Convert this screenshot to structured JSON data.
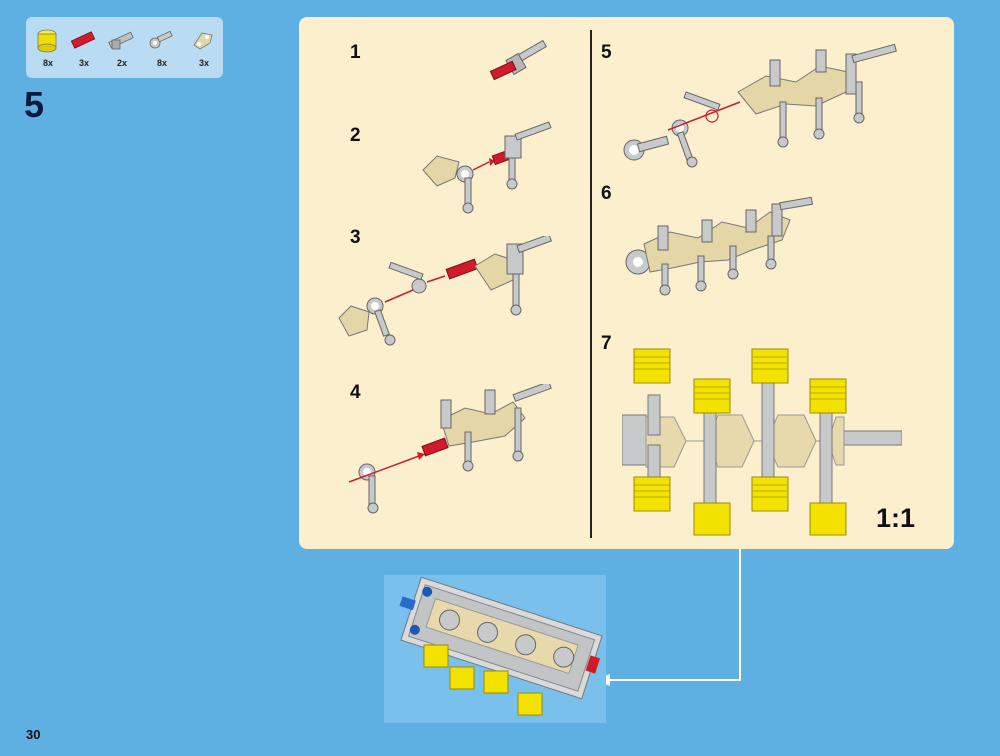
{
  "parts_list": [
    {
      "icon": "yellow-cylinder-piece-icon",
      "qty": "8x"
    },
    {
      "icon": "red-axle-connector-icon",
      "qty": "3x"
    },
    {
      "icon": "grey-axle-icon",
      "qty": "2x"
    },
    {
      "icon": "grey-connecting-rod-icon",
      "qty": "8x"
    },
    {
      "icon": "tan-crank-piece-icon",
      "qty": "3x"
    }
  ],
  "step_number": "5",
  "substeps": [
    "1",
    "2",
    "3",
    "4",
    "5",
    "6",
    "7"
  ],
  "scale_label": "1:1",
  "page_number": "30",
  "colors": {
    "background": "#5fb0e2",
    "panel": "#fcefcd",
    "parts_box": "#b9dcf4",
    "tan": "#e5d6a8",
    "grey": "#c7c9cb",
    "red": "#d11a2a",
    "yellow": "#f3e200"
  }
}
